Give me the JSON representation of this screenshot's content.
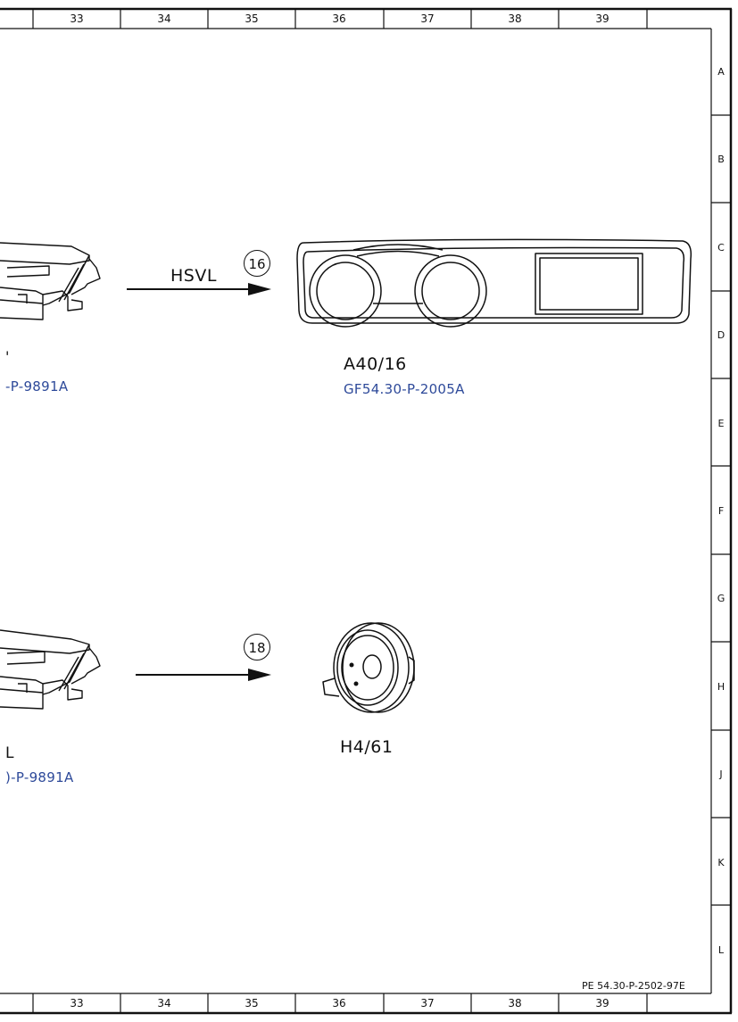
{
  "grid": {
    "columns": [
      "33",
      "34",
      "35",
      "36",
      "37",
      "38",
      "39"
    ],
    "rows": [
      "A",
      "B",
      "C",
      "D",
      "E",
      "F",
      "G",
      "H",
      "J",
      "K",
      "L"
    ]
  },
  "connections": [
    {
      "signal": "HSVL",
      "circle_number": "16",
      "left_ref": "-P-9891A",
      "left_code": "'",
      "target_code": "A40/16",
      "target_ref": "GF54.30-P-2005A"
    },
    {
      "signal": "",
      "circle_number": "18",
      "left_ref": ")-P-9891A",
      "left_code": "L",
      "target_code": "H4/61",
      "target_ref": ""
    }
  ],
  "document_id": "PE 54.30-P-2502-97E"
}
